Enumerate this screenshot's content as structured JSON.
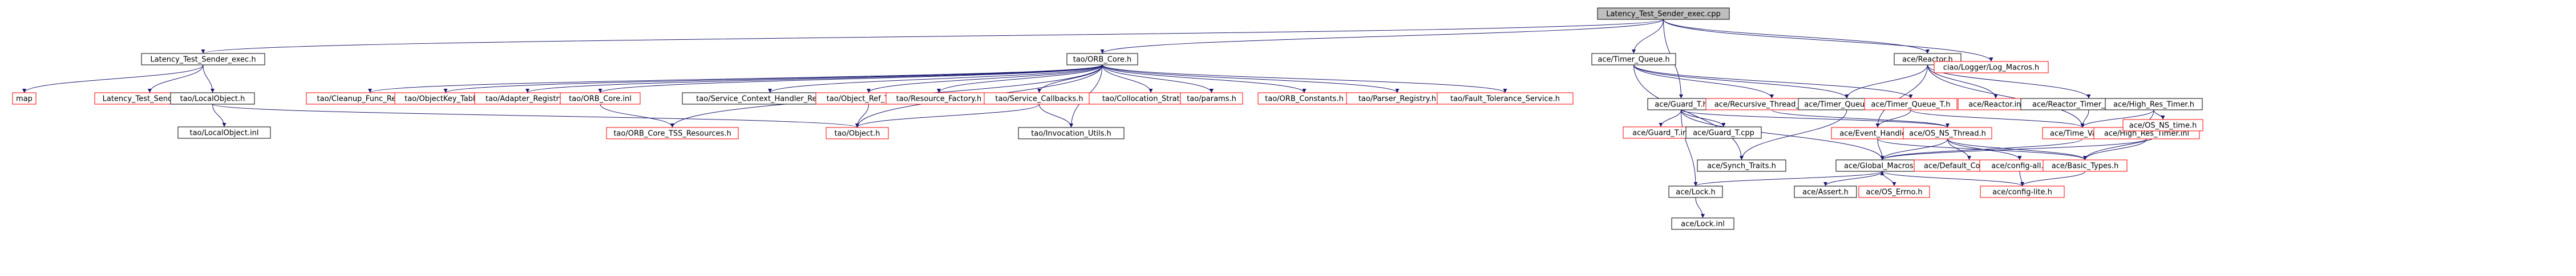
{
  "colors": {
    "edge": "#191970",
    "root_fill": "#bfbfbf",
    "box_fill": "#ffffff",
    "doc_border": "#000000",
    "missing_border": "#ff0000",
    "text": "#000000"
  },
  "nodes": [
    {
      "id": "root",
      "label": "Latency_Test_Sender_exec.cpp",
      "kind": "root"
    },
    {
      "id": "lts",
      "label": "Latency_Test_Sender_exec.h",
      "kind": "doc"
    },
    {
      "id": "orb",
      "label": "tao/ORB_Core.h",
      "kind": "doc"
    },
    {
      "id": "tq",
      "label": "ace/Timer_Queue.h",
      "kind": "doc"
    },
    {
      "id": "reactor",
      "label": "ace/Reactor.h",
      "kind": "doc"
    },
    {
      "id": "logm",
      "label": "ciao/Logger/Log_Macros.h",
      "kind": "missing"
    },
    {
      "id": "map",
      "label": "map",
      "kind": "missing"
    },
    {
      "id": "ltsec",
      "label": "Latency_Test_SenderEC.h",
      "kind": "missing"
    },
    {
      "id": "lobj",
      "label": "tao/LocalObject.h",
      "kind": "doc"
    },
    {
      "id": "lobjinl",
      "label": "tao/LocalObject.inl",
      "kind": "doc"
    },
    {
      "id": "cfr",
      "label": "tao/Cleanup_Func_Registry.h",
      "kind": "missing"
    },
    {
      "id": "okt",
      "label": "tao/ObjectKey_Table.h",
      "kind": "missing"
    },
    {
      "id": "ar",
      "label": "tao/Adapter_Registry.h",
      "kind": "missing"
    },
    {
      "id": "orbinl",
      "label": "tao/ORB_Core.inl",
      "kind": "missing"
    },
    {
      "id": "schr",
      "label": "tao/Service_Context_Handler_Registry.h",
      "kind": "doc"
    },
    {
      "id": "ort",
      "label": "tao/Object_Ref_Table.h",
      "kind": "missing"
    },
    {
      "id": "rf",
      "label": "tao/Resource_Factory.h",
      "kind": "missing"
    },
    {
      "id": "sc",
      "label": "tao/Service_Callbacks.h",
      "kind": "missing"
    },
    {
      "id": "cs",
      "label": "tao/Collocation_Strategy.h",
      "kind": "missing"
    },
    {
      "id": "params",
      "label": "tao/params.h",
      "kind": "missing"
    },
    {
      "id": "orbc",
      "label": "tao/ORB_Constants.h",
      "kind": "missing"
    },
    {
      "id": "pr",
      "label": "tao/Parser_Registry.h",
      "kind": "missing"
    },
    {
      "id": "fts",
      "label": "tao/Fault_Tolerance_Service.h",
      "kind": "missing"
    },
    {
      "id": "tss",
      "label": "tao/ORB_Core_TSS_Resources.h",
      "kind": "missing"
    },
    {
      "id": "obj",
      "label": "tao/Object.h",
      "kind": "missing"
    },
    {
      "id": "iu",
      "label": "tao/Invocation_Utils.h",
      "kind": "doc"
    },
    {
      "id": "guard",
      "label": "ace/Guard_T.h",
      "kind": "doc"
    },
    {
      "id": "guardinl",
      "label": "ace/Guard_T.inl",
      "kind": "missing"
    },
    {
      "id": "guardcpp",
      "label": "ace/Guard_T.cpp",
      "kind": "doc"
    },
    {
      "id": "lock",
      "label": "ace/Lock.h",
      "kind": "doc"
    },
    {
      "id": "lockinl",
      "label": "ace/Lock.inl",
      "kind": "doc"
    },
    {
      "id": "rtm",
      "label": "ace/Recursive_Thread_Mutex.h",
      "kind": "missing"
    },
    {
      "id": "tqfwd",
      "label": "ace/Timer_Queuefwd.h",
      "kind": "doc"
    },
    {
      "id": "tqt",
      "label": "ace/Timer_Queue_T.h",
      "kind": "missing"
    },
    {
      "id": "st",
      "label": "ace/Synch_Traits.h",
      "kind": "doc"
    },
    {
      "id": "eh",
      "label": "ace/Event_Handler.h",
      "kind": "missing"
    },
    {
      "id": "osnst",
      "label": "ace/OS_NS_Thread.h",
      "kind": "missing"
    },
    {
      "id": "reactorinl",
      "label": "ace/Reactor.inl",
      "kind": "missing"
    },
    {
      "id": "rti",
      "label": "ace/Reactor_Timer_Interface.h",
      "kind": "doc"
    },
    {
      "id": "hrt",
      "label": "ace/High_Res_Timer.h",
      "kind": "doc"
    },
    {
      "id": "tv",
      "label": "ace/Time_Value.h",
      "kind": "missing"
    },
    {
      "id": "hrtinl",
      "label": "ace/High_Res_Timer.inl",
      "kind": "missing"
    },
    {
      "id": "osnstime",
      "label": "ace/OS_NS_time.h",
      "kind": "missing"
    },
    {
      "id": "gm",
      "label": "ace/Global_Macros.h",
      "kind": "doc"
    },
    {
      "id": "dc",
      "label": "ace/Default_Constants.h",
      "kind": "missing"
    },
    {
      "id": "configall",
      "label": "ace/config-all.h",
      "kind": "missing"
    },
    {
      "id": "bt",
      "label": "ace/Basic_Types.h",
      "kind": "missing"
    },
    {
      "id": "assert",
      "label": "ace/Assert.h",
      "kind": "doc"
    },
    {
      "id": "oserrno",
      "label": "ace/OS_Errno.h",
      "kind": "missing"
    },
    {
      "id": "configlite",
      "label": "ace/config-lite.h",
      "kind": "missing"
    }
  ],
  "edges": [
    [
      "root",
      "lts"
    ],
    [
      "root",
      "orb"
    ],
    [
      "root",
      "tq"
    ],
    [
      "root",
      "reactor"
    ],
    [
      "root",
      "logm"
    ],
    [
      "root",
      "guard"
    ],
    [
      "lts",
      "map"
    ],
    [
      "lts",
      "ltsec"
    ],
    [
      "lts",
      "lobj"
    ],
    [
      "lobj",
      "lobjinl"
    ],
    [
      "lobj",
      "obj"
    ],
    [
      "orb",
      "cfr"
    ],
    [
      "orb",
      "okt"
    ],
    [
      "orb",
      "ar"
    ],
    [
      "orb",
      "orbinl"
    ],
    [
      "orb",
      "schr"
    ],
    [
      "orb",
      "ort"
    ],
    [
      "orb",
      "rf"
    ],
    [
      "orb",
      "sc"
    ],
    [
      "orb",
      "cs"
    ],
    [
      "orb",
      "params"
    ],
    [
      "orb",
      "orbc"
    ],
    [
      "orb",
      "pr"
    ],
    [
      "orb",
      "fts"
    ],
    [
      "orb",
      "tss"
    ],
    [
      "orb",
      "obj"
    ],
    [
      "orb",
      "iu"
    ],
    [
      "orbinl",
      "tss"
    ],
    [
      "ort",
      "obj"
    ],
    [
      "sc",
      "obj"
    ],
    [
      "sc",
      "iu"
    ],
    [
      "tq",
      "tqfwd"
    ],
    [
      "tq",
      "tqt"
    ],
    [
      "tq",
      "rtm"
    ],
    [
      "tq",
      "st"
    ],
    [
      "tqt",
      "eh"
    ],
    [
      "tqt",
      "tv"
    ],
    [
      "tqfwd",
      "st"
    ],
    [
      "reactor",
      "reactorinl"
    ],
    [
      "reactor",
      "rti"
    ],
    [
      "reactor",
      "tv"
    ],
    [
      "reactor",
      "tqfwd"
    ],
    [
      "reactor",
      "eh"
    ],
    [
      "rti",
      "tv"
    ],
    [
      "guard",
      "guardinl"
    ],
    [
      "guard",
      "guardcpp"
    ],
    [
      "guard",
      "lock"
    ],
    [
      "guard",
      "gm"
    ],
    [
      "guard",
      "osnst"
    ],
    [
      "lock",
      "lockinl"
    ],
    [
      "lock",
      "gm"
    ],
    [
      "rtm",
      "osnst"
    ],
    [
      "eh",
      "gm"
    ],
    [
      "eh",
      "bt"
    ],
    [
      "osnst",
      "dc"
    ],
    [
      "osnst",
      "configall"
    ],
    [
      "osnst",
      "bt"
    ],
    [
      "osnst",
      "gm"
    ],
    [
      "hrt",
      "hrtinl"
    ],
    [
      "hrt",
      "tv"
    ],
    [
      "hrt",
      "osnstime"
    ],
    [
      "hrtinl",
      "gm"
    ],
    [
      "hrtinl",
      "bt"
    ],
    [
      "osnstime",
      "bt"
    ],
    [
      "gm",
      "assert"
    ],
    [
      "gm",
      "oserrno"
    ],
    [
      "gm",
      "configall"
    ],
    [
      "gm",
      "configlite"
    ],
    [
      "configall",
      "configlite"
    ],
    [
      "bt",
      "configlite"
    ],
    [
      "tv",
      "gm"
    ]
  ]
}
